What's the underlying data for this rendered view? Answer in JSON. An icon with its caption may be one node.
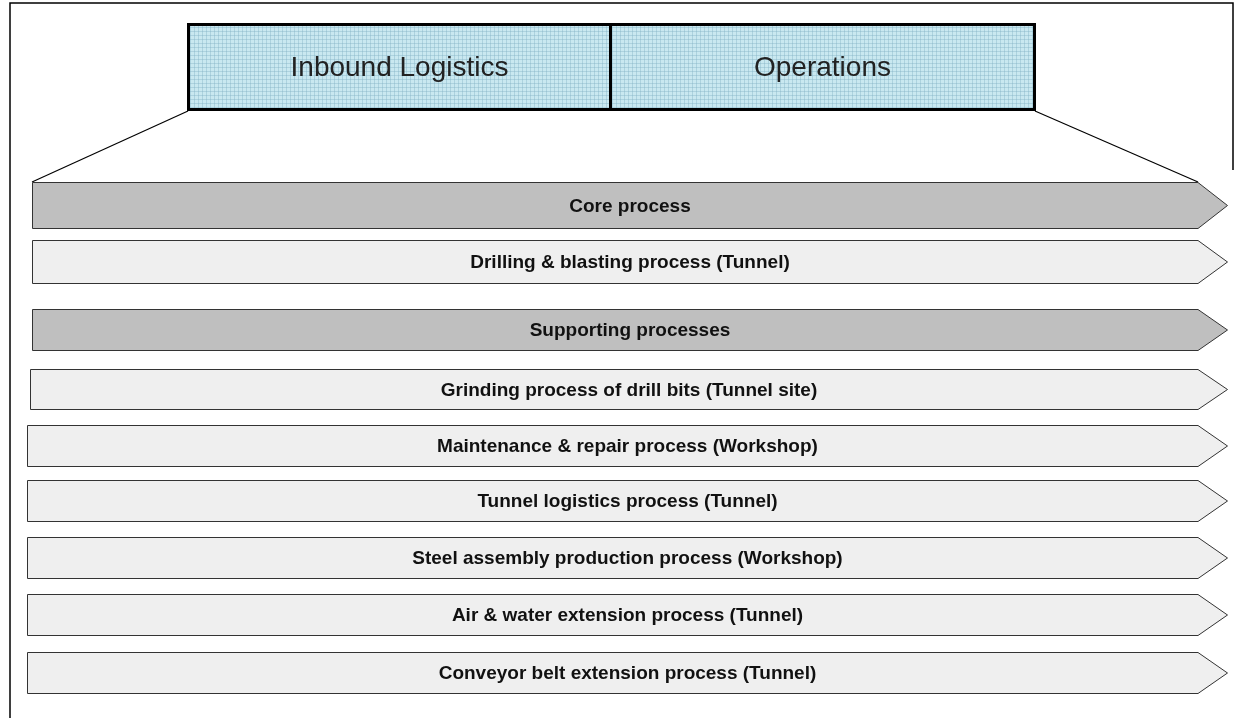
{
  "diagram": {
    "nodes": [
      {
        "text": [
          "Inbound Logistics"
        ]
      },
      {
        "text": [
          "Operations"
        ]
      },
      {
        "text": [
          "Core process"
        ]
      },
      {
        "text": [
          "Drilling & blasting process (Tunnel)"
        ]
      },
      {
        "text": [
          "Supporting processes"
        ]
      },
      {
        "text": [
          "Grinding process of drill bits (Tunnel site)"
        ]
      },
      {
        "text": [
          "Maintenance & repair process (Workshop)"
        ]
      },
      {
        "text": [
          "Tunnel logistics process (Tunnel)"
        ]
      },
      {
        "text": [
          "Steel assembly production process (Workshop)"
        ]
      },
      {
        "text": [
          "Air & water extension process (Tunnel)"
        ]
      },
      {
        "text": [
          "Conveyor belt extension process (Tunnel)"
        ]
      }
    ],
    "edges": [
      {
        "from": 0,
        "to": 2,
        "arrow": "none"
      },
      {
        "from": 1,
        "to": 2,
        "arrow": "none"
      }
    ]
  }
}
